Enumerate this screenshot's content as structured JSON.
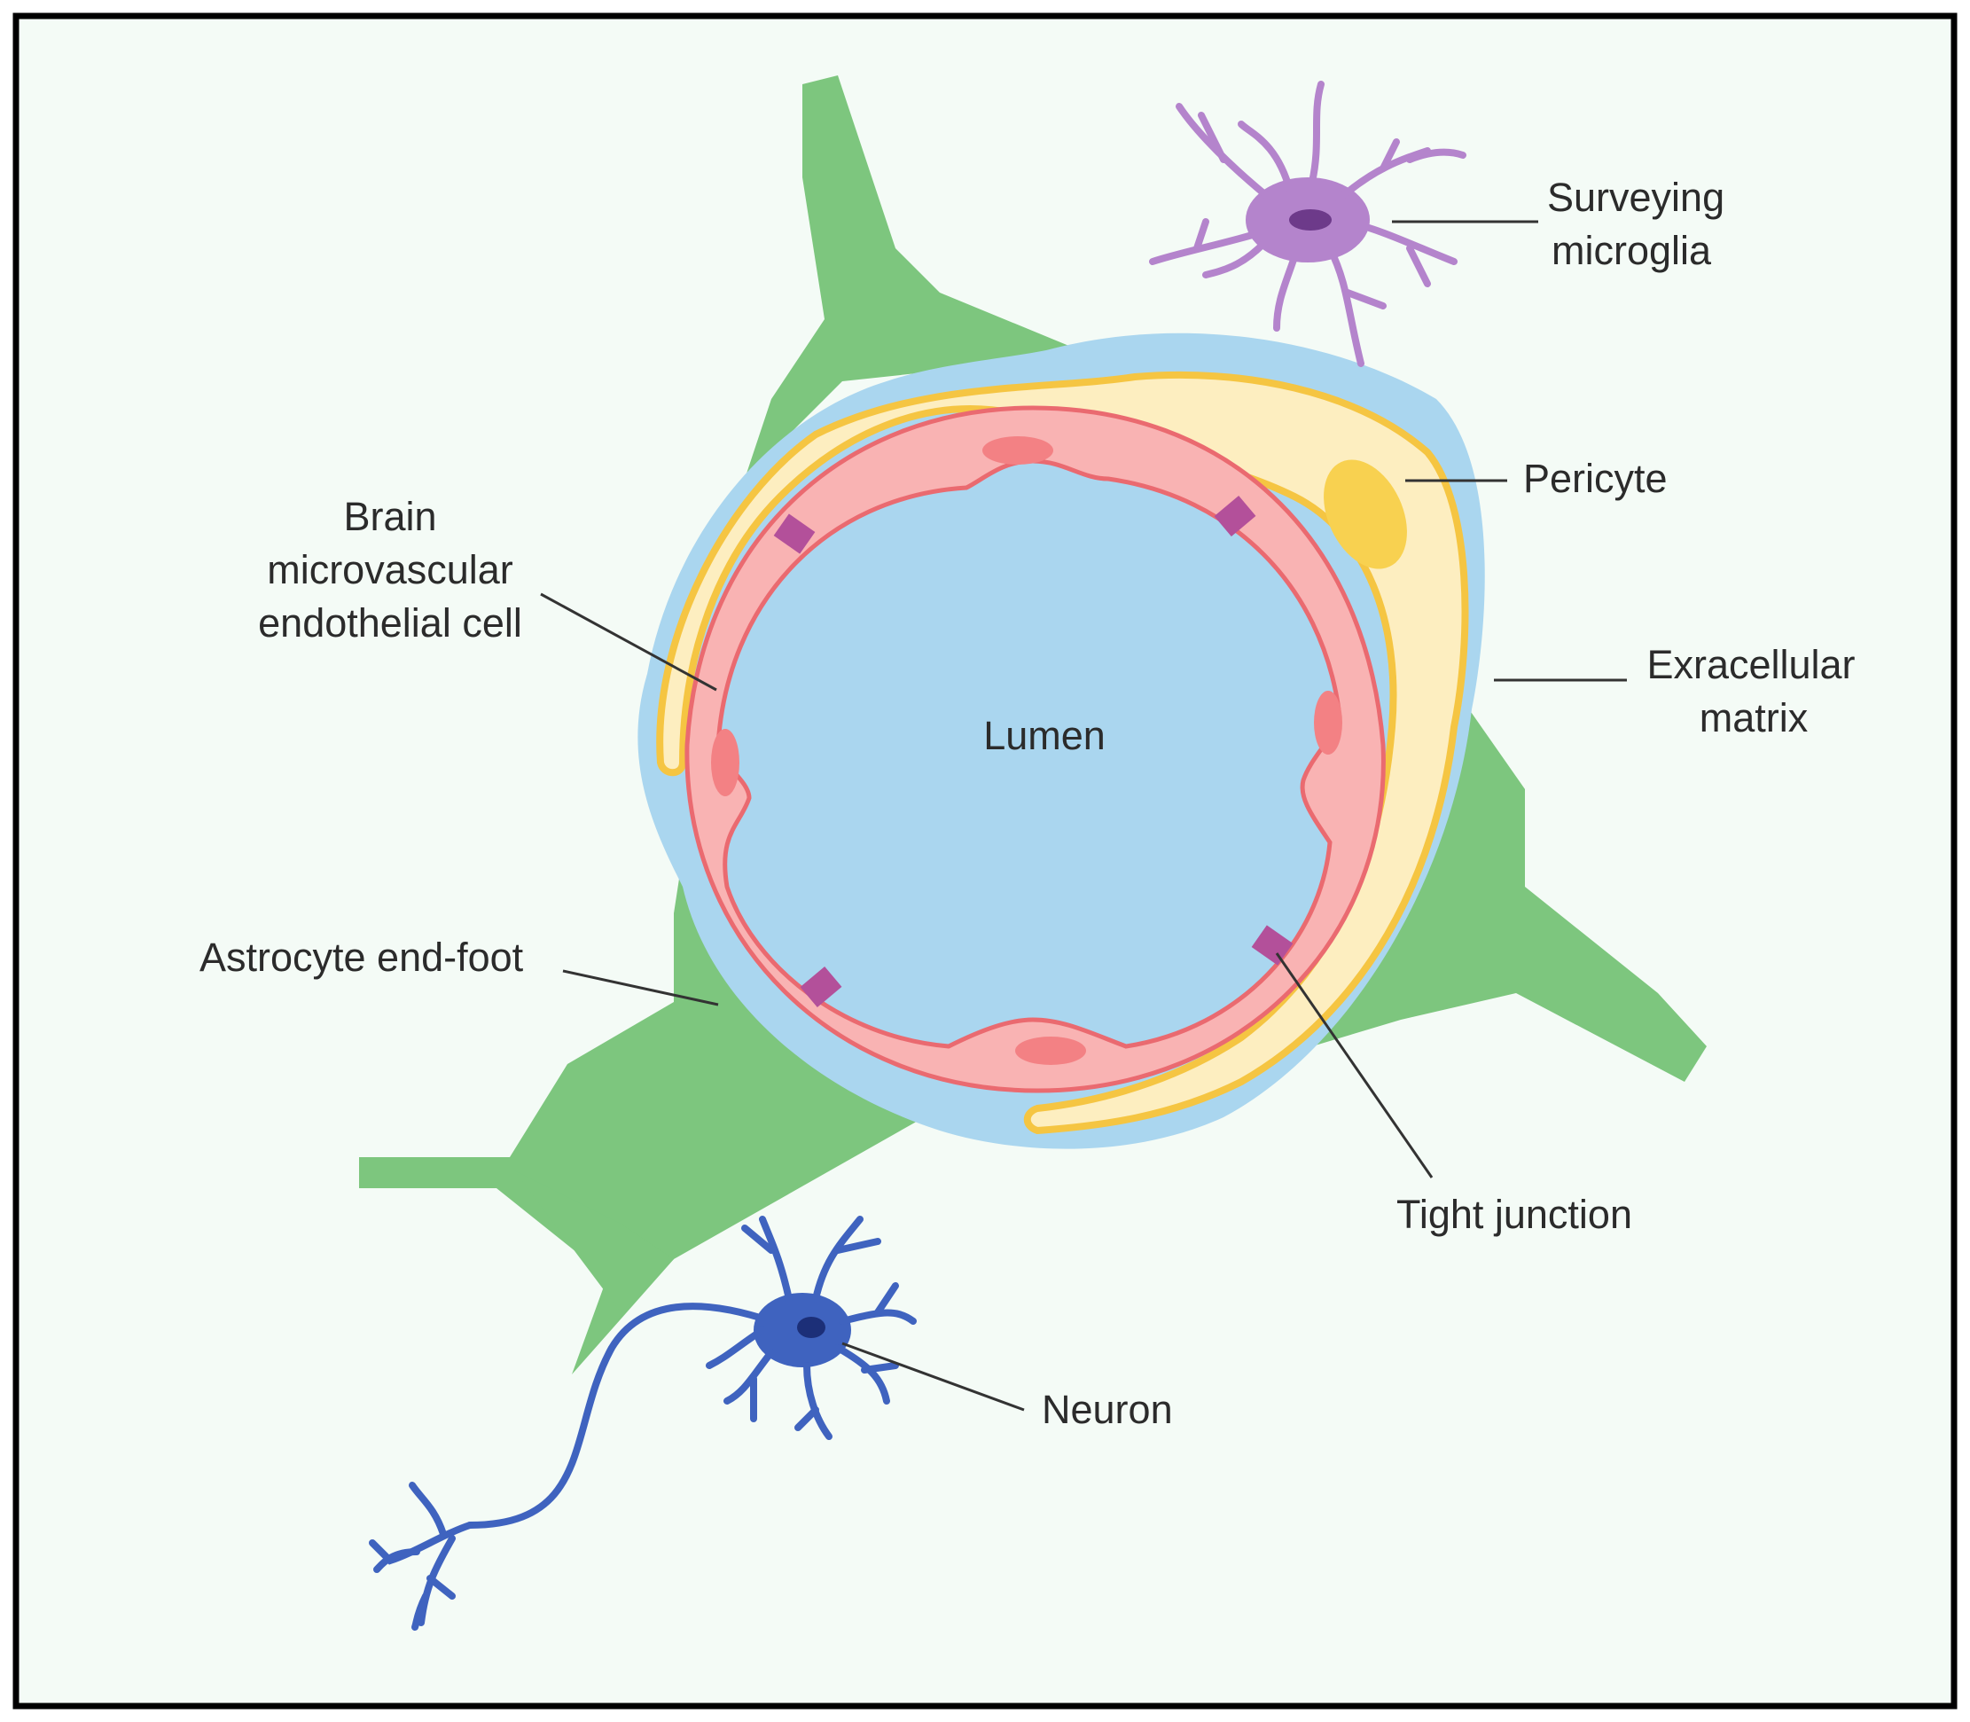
{
  "diagram": {
    "title": "",
    "labels": {
      "microglia_line1": "Surveying",
      "microglia_line2": "microglia",
      "pericyte": "Pericyte",
      "endothelial_line1": "Brain",
      "endothelial_line2": "microvascular",
      "endothelial_line3": "endothelial cell",
      "lumen": "Lumen",
      "ecm_line1": "Exracellular",
      "ecm_line2": "matrix",
      "astrocyte": "Astrocyte end-foot",
      "tight_junction": "Tight junction",
      "neuron": "Neuron"
    },
    "icons": [
      "microglia-cell",
      "neuron-cell",
      "astrocyte-cell",
      "pericyte-cell",
      "endothelial-cell",
      "tight-junction"
    ],
    "colors": {
      "background": "#f4fbf6",
      "border": "#000000",
      "astrocyte": "#7dc67e",
      "ecm": "#aad6ef",
      "pericyte_fill": "#fdeec0",
      "pericyte_outline": "#f5c542",
      "pericyte_nucleus": "#f8d150",
      "endothelial_fill": "#f9b3b3",
      "endothelial_outline": "#ea6a70",
      "endothelial_nucleus": "#f38184",
      "tight_junction": "#b3509a",
      "microglia": "#b484cc",
      "microglia_nucleus": "#6d3a8a",
      "neuron": "#3f63bf",
      "neuron_nucleus": "#1c2f78",
      "leader_line": "#333333"
    }
  }
}
